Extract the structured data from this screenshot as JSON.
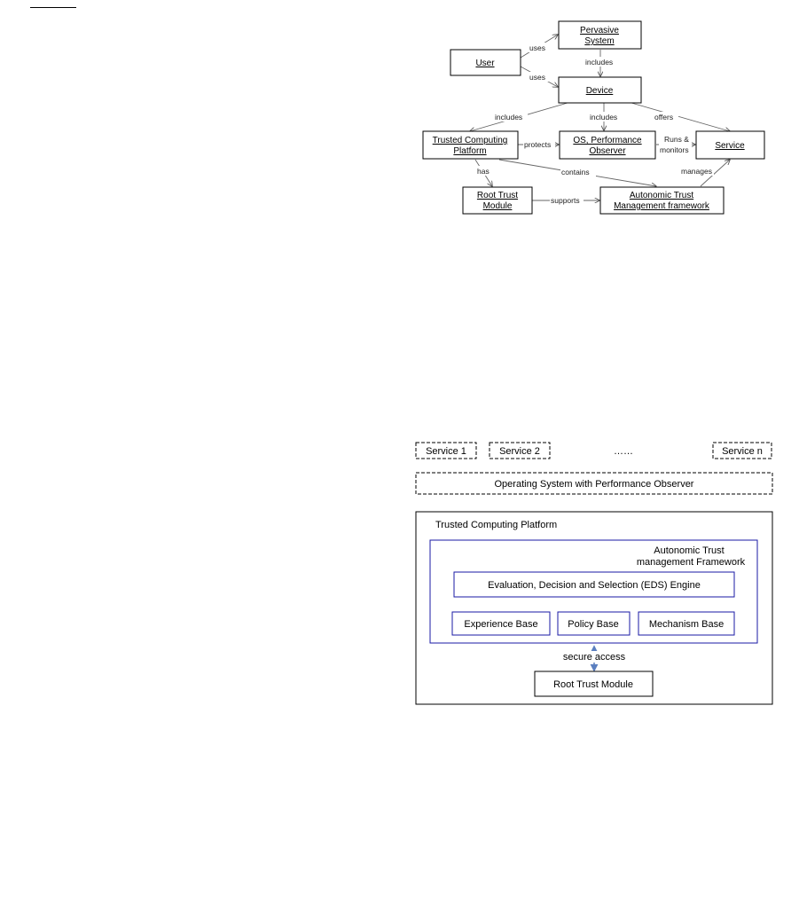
{
  "relationship_diagram": {
    "nodes": {
      "user": {
        "label": "User"
      },
      "pervasive_system": {
        "lines": [
          "Pervasive",
          "System"
        ]
      },
      "device": {
        "label": "Device"
      },
      "trusted_platform": {
        "lines": [
          "Trusted Computing",
          "Platform"
        ]
      },
      "os_observer": {
        "lines": [
          "OS, Performance",
          "Observer"
        ]
      },
      "service": {
        "label": "Service"
      },
      "root_trust_module": {
        "lines": [
          "Root Trust",
          "Module"
        ]
      },
      "autonomic_framework": {
        "lines": [
          "Autonomic Trust",
          "Management framework"
        ]
      }
    },
    "edges": {
      "user_uses_system": "uses",
      "system_includes_device": "includes",
      "user_uses_device": "uses",
      "device_includes_platform": "includes",
      "device_includes_os": "includes",
      "device_offers_service": "offers",
      "platform_protects_os": "protects",
      "os_runs_service": [
        "Runs &",
        "monitors"
      ],
      "platform_has_root": "has",
      "platform_contains_framework": "contains",
      "framework_manages_service": "manages",
      "root_supports_framework": "supports"
    }
  },
  "architecture_diagram": {
    "services": [
      "Service 1",
      "Service 2",
      "Service n"
    ],
    "services_ellipsis": "……",
    "os_layer": "Operating System with Performance Observer",
    "platform_title": "Trusted Computing Platform",
    "framework_title": [
      "Autonomic Trust",
      "management Framework"
    ],
    "engine": "Evaluation, Decision and Selection (EDS) Engine",
    "bases": [
      "Experience Base",
      "Policy Base",
      "Mechanism Base"
    ],
    "secure_access": "secure access",
    "root_module": "Root Trust Module"
  },
  "colors": {
    "framework_border": "#1a1aa6",
    "secure_arrow": "#5b7fc0"
  }
}
